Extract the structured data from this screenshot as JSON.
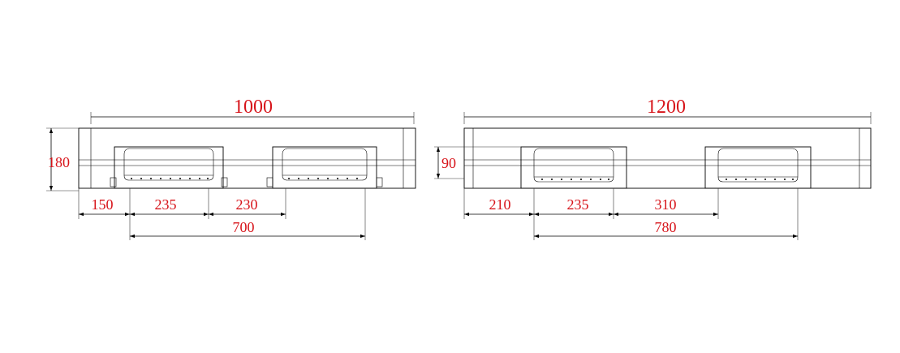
{
  "left_view": {
    "overall_width": "1000",
    "height": "180",
    "dims": {
      "edge": "150",
      "opening": "235",
      "gap": "230",
      "span": "700"
    }
  },
  "right_view": {
    "overall_width": "1200",
    "height": "90",
    "dims": {
      "edge": "210",
      "opening": "235",
      "gap": "310",
      "span": "780"
    }
  },
  "colors": {
    "dimension_text": "#d7141a",
    "lines": "#000000"
  }
}
